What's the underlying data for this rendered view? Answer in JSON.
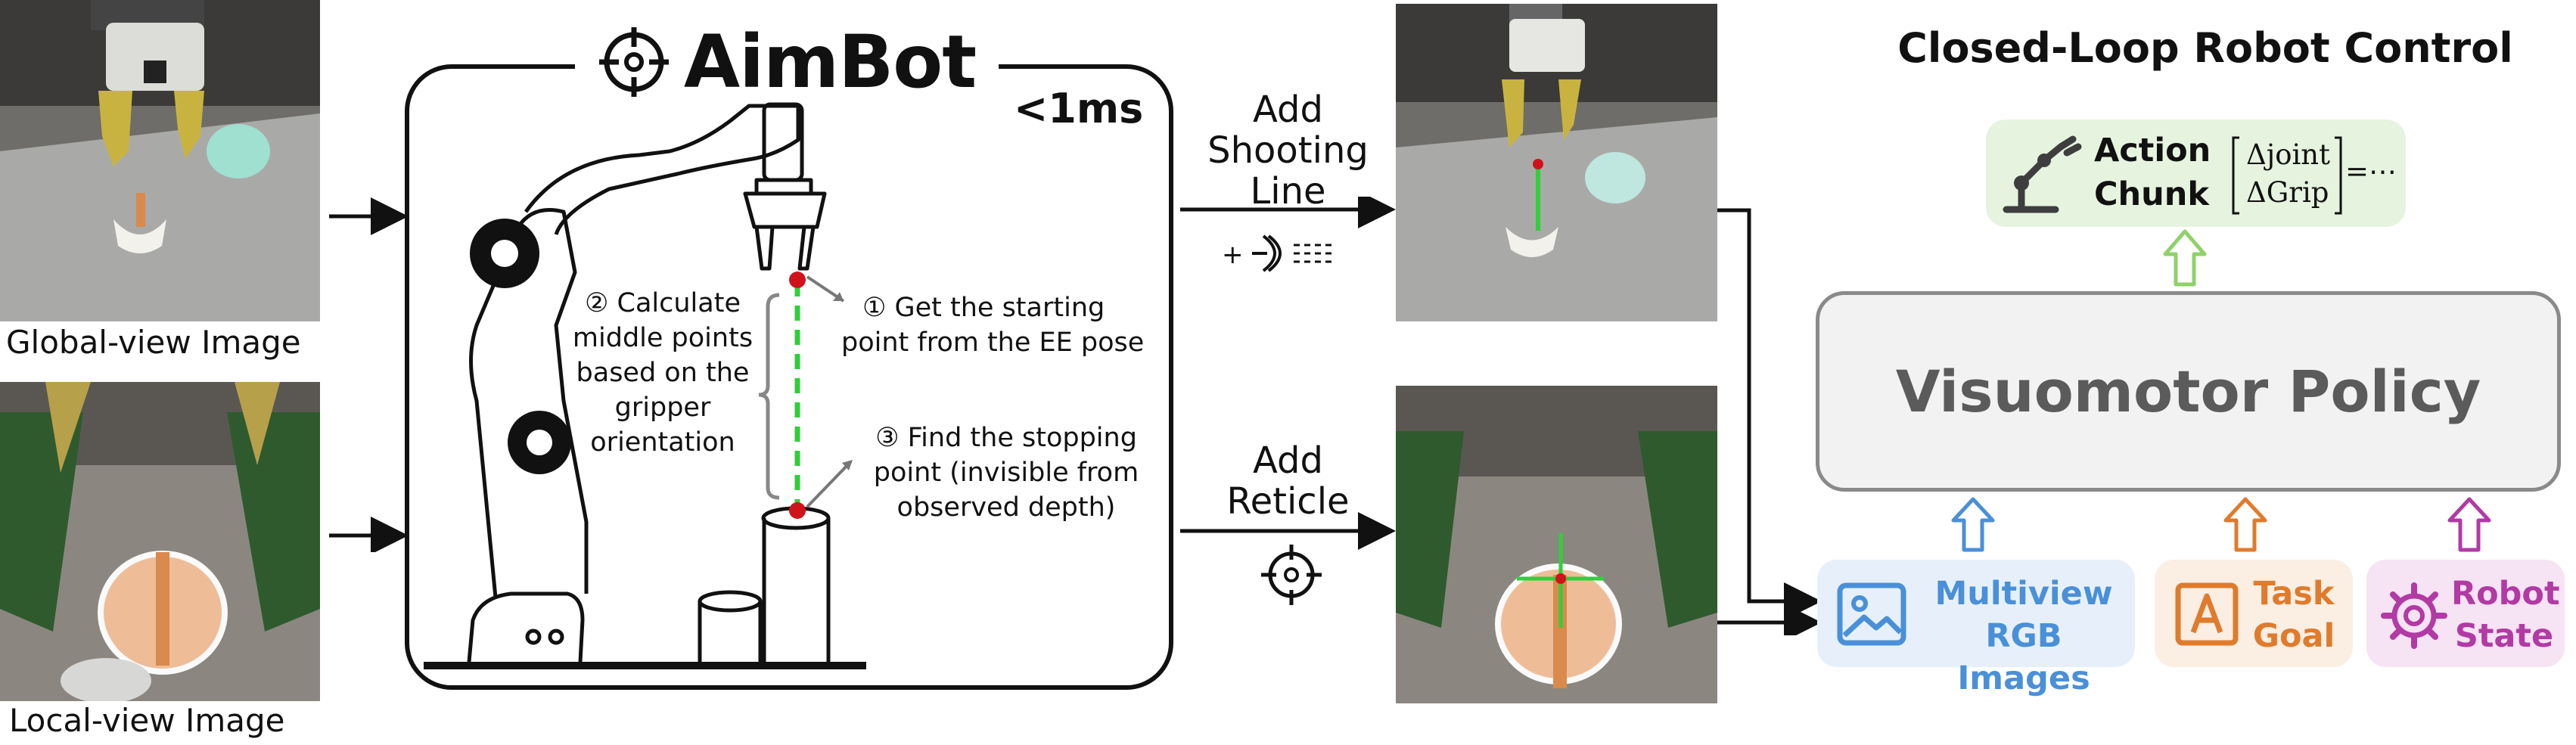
{
  "left": {
    "global_caption": "Global-view Image",
    "local_caption": "Local-view Image"
  },
  "aimbot": {
    "title": "AimBot",
    "latency": "<1ms",
    "step1": [
      "① Get the starting",
      "point from the EE pose"
    ],
    "step2": [
      "② Calculate",
      "middle points",
      "based on the",
      "gripper",
      "orientation"
    ],
    "step3": [
      "③ Find the stopping",
      "point (invisible from",
      "observed depth)"
    ]
  },
  "middle": {
    "shooting": [
      "Add",
      "Shooting",
      "Line"
    ],
    "reticle": [
      "Add",
      "Reticle"
    ]
  },
  "right": {
    "title": "Closed-Loop Robot Control",
    "action": [
      "Action",
      "Chunk"
    ],
    "matrix": [
      "Δjoint",
      "ΔGrip"
    ],
    "matrix_suffix": "=⋯",
    "policy": "Visuomotor Policy",
    "inputs": [
      {
        "label": [
          "Multiview",
          "RGB Images"
        ],
        "color": "#4a90d9",
        "bg": "#e7f0fa"
      },
      {
        "label": [
          "Task",
          "Goal"
        ],
        "color": "#e07b2c",
        "bg": "#fbeee3"
      },
      {
        "label": [
          "Robot",
          "State"
        ],
        "color": "#b23aa5",
        "bg": "#f6e3f3"
      }
    ]
  },
  "colors": {
    "shooting_line": "#2fcf3a",
    "point": "#d0121b",
    "action_bg": "#e6f4df",
    "action_arrow": "#8fd16a"
  }
}
